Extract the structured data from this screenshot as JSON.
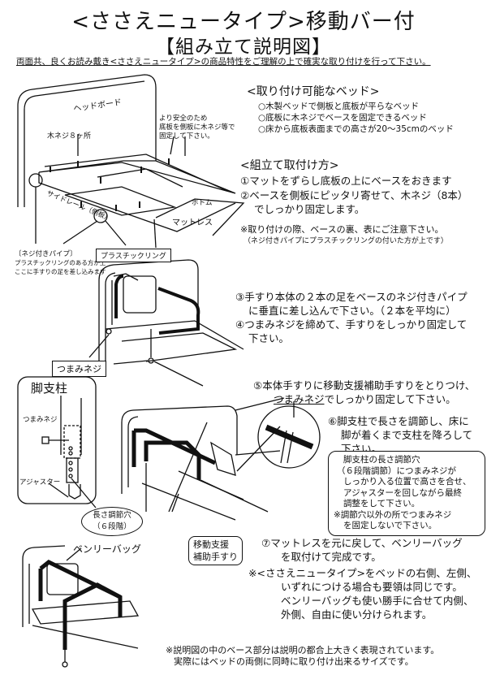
{
  "header": {
    "title": "<ささえニュータイプ>移動バー付",
    "subtitle": "【組み立て説明図】",
    "intro": "両面共、良くお読み戴き<ささえニュータイプ>の商品特性をご理解の上で確実な取り付けを行って下さい。"
  },
  "compatible_beds": {
    "heading": "<取り付け可能なベッド>",
    "items": [
      "○木製ベッドで側板と底板が平らなベッド",
      "○底板に木ネジでベースを固定できるベッド",
      "○床から底板表面までの高さが20～35cmのベッド"
    ]
  },
  "assembly": {
    "heading": "<組立て取付け方>",
    "step1": "①マットをずらし底板の上にベースをおきます",
    "step2a": "②ベースを側板にピッタリ寄せて、木ネジ（8本）",
    "step2b": "でしっかり固定します。",
    "caution1": "※取り付けの際、ベースの裏、表にご注意下さい。",
    "caution2": "（ネジ付きパイプにプラスチックリングの付いた方が上です）",
    "step3a": "③手すり本体の２本の足をベースのネジ付きパイプ",
    "step3b": "に垂直に差し込んで下さい。（２本を平均に）",
    "step4a": "④つまみネジを締めて、手すりをしっかり固定して",
    "step4b": "下さい。",
    "step5a": "⑤本体手すりに移動支援補助手すりをとりつけ、",
    "step5b_u": "つまみネジ",
    "step5b": "でしっかり固定して下さい。",
    "step6a": "⑥脚支柱で長さを調節し、床に",
    "step6b": "脚が着くまで支柱を降ろして",
    "step6c": "下さい。",
    "step7a": "⑦マットレスを元に戻して、ベンリーバッグ",
    "step7b": "を取付けて完成です。",
    "note_a": "※<ささえニュータイプ>をベッドの右側、左側、",
    "note_b": "いずれにつける場合も要領は同じです。",
    "note_c": "ベンリーバッグも使い勝手に合せて内側、",
    "note_d": "外側、自由に使い分けられます。"
  },
  "adjust_callout": [
    "脚支柱の長さ調節穴",
    "（６段階調節）につまみネジが",
    "しっかり入る位置で高さを合せ、",
    "アジャスターを回しながら最終",
    "調整をして下さい。",
    "※調節穴以外の所でつまみネジ",
    "を固定しないで下さい。"
  ],
  "diagram_labels": {
    "headboard": "ヘッドボード",
    "wood_screws": "木ネジ８ヶ所",
    "safety1": "より安全のため",
    "safety2": "底板を側板に木ネジ等で",
    "safety3": "固定して下さい。",
    "side_rail": "サイドレール（側板）",
    "bottom": "ボトム",
    "mattress": "マットレス",
    "threaded_pipe": "〔ネジ付きパイプ〕",
    "pipe_note1": "プラスチックリングのある方が上",
    "pipe_note2": "ここに手すりの足を差し込みます",
    "plastic_ring": "プラスチックリング",
    "knob_screw": "つまみネジ",
    "leg_post": "脚支柱",
    "knob_screw2": "つまみネジ",
    "adjuster": "アジャスター",
    "adjust_hole1": "長さ調節穴",
    "adjust_hole2": "（６段階）",
    "benri_bag": "ベンリーバッグ",
    "mobility_bar1": "移動支援",
    "mobility_bar2": "補助手すり"
  },
  "footer": {
    "line1": "※説明図の中のベース部分は説明の都合上大きく表現されています。",
    "line2": "実際にはベッドの両側に同時に取り付け出来るサイズです。"
  }
}
